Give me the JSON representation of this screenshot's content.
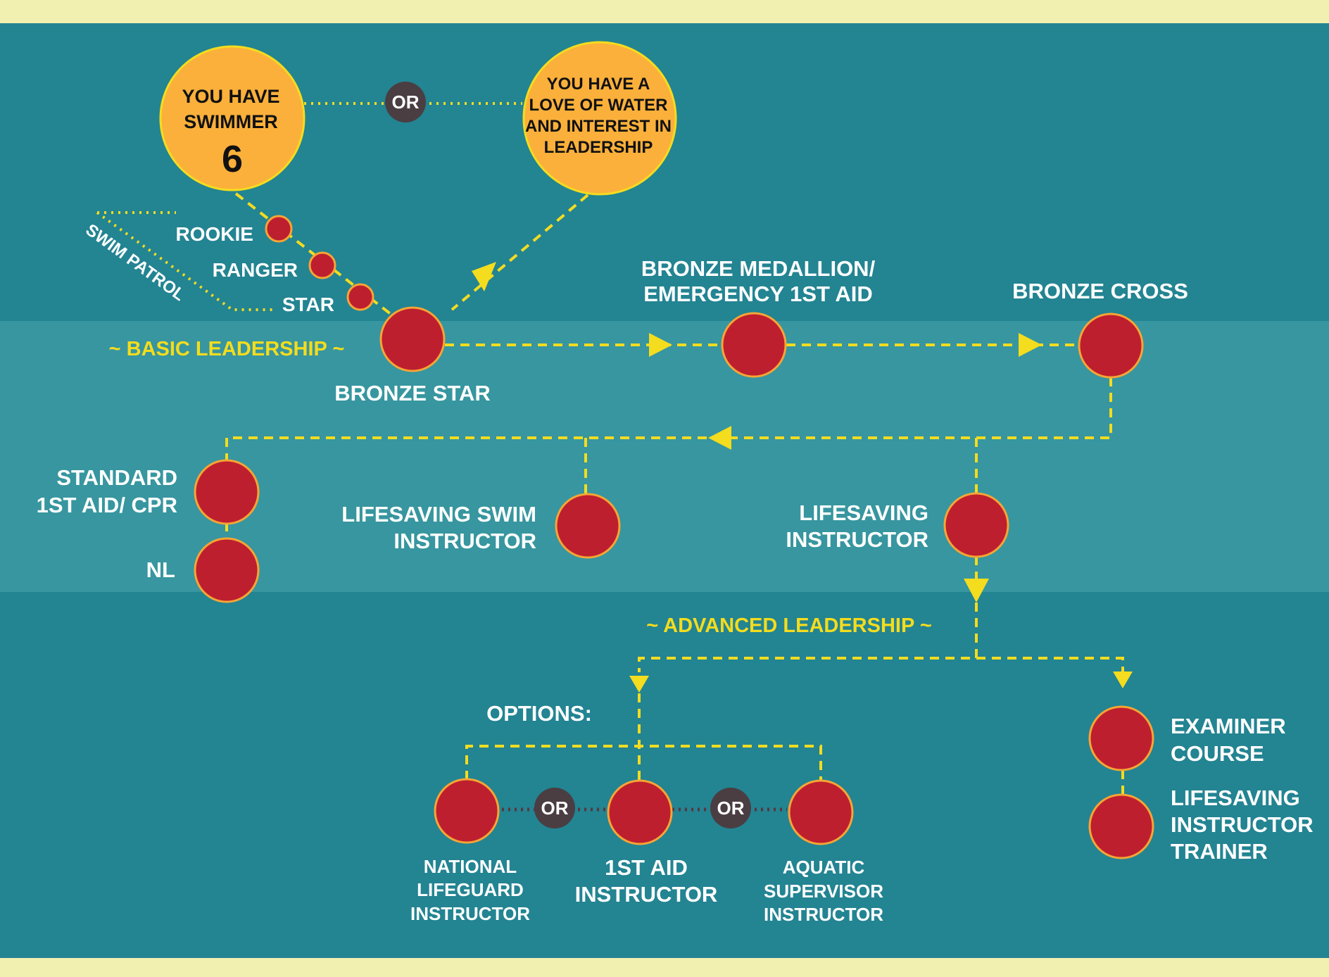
{
  "colors": {
    "border": "#f2f0b0",
    "band_dark": "#238492",
    "band_mid": "#37969f",
    "node_fill": "#be1f2f",
    "node_stroke": "#f6a534",
    "connector": "#f2dc21",
    "start_circle": "#fbb03b",
    "or_badge": "#4a3e43"
  },
  "start": {
    "swimmer": {
      "line1": "YOU HAVE",
      "line2": "SWIMMER",
      "number": "6"
    },
    "or": "OR",
    "love": {
      "line1": "YOU HAVE A",
      "line2": "LOVE OF WATER",
      "line3": "AND INTEREST IN",
      "line4": "LEADERSHIP"
    }
  },
  "swim_patrol": {
    "label": "SWIM PATROL",
    "items": [
      "ROOKIE",
      "RANGER",
      "STAR"
    ]
  },
  "basic": {
    "section_label": "~ BASIC LEADERSHIP ~",
    "bronze_star": "BRONZE STAR",
    "bronze_medallion": {
      "line1": "BRONZE MEDALLION/",
      "line2": "EMERGENCY 1ST AID"
    },
    "bronze_cross": "BRONZE CROSS",
    "standard_first_aid": {
      "line1": "STANDARD",
      "line2": "1ST AID/ CPR"
    },
    "nl": "NL",
    "lifesaving_swim_instructor": {
      "line1": "LIFESAVING SWIM",
      "line2": "INSTRUCTOR"
    },
    "lifesaving_instructor": {
      "line1": "LIFESAVING",
      "line2": "INSTRUCTOR"
    }
  },
  "advanced": {
    "section_label": "~ ADVANCED LEADERSHIP ~",
    "options_label": "OPTIONS:",
    "or_label": "OR",
    "national_lifeguard_instructor": {
      "line1": "NATIONAL",
      "line2": "LIFEGUARD",
      "line3": "INSTRUCTOR"
    },
    "first_aid_instructor": {
      "line1": "1ST AID",
      "line2": "INSTRUCTOR"
    },
    "aquatic_supervisor_instructor": {
      "line1": "AQUATIC",
      "line2": "SUPERVISOR",
      "line3": "INSTRUCTOR"
    },
    "examiner_course": {
      "line1": "EXAMINER",
      "line2": "COURSE"
    },
    "lifesaving_instructor_trainer": {
      "line1": "LIFESAVING",
      "line2": "INSTRUCTOR",
      "line3": "TRAINER"
    }
  }
}
